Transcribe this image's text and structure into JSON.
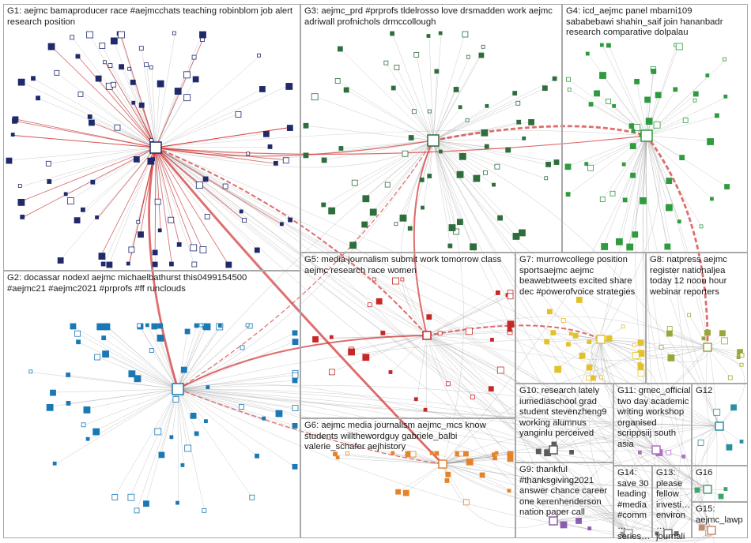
{
  "groups": {
    "g1": "G1: aejmc bamaproducer race #aejmcchats teaching robinblom job alert research position",
    "g2": "G2: docassar nodexl aejmc michaelbathurst this0499154500 #aejmc21 #aejmc2021 #prprofs #ff runclouds",
    "g3": "G3: aejmc_prd #prprofs tldelrosso love drsmadden work aejmc adriwall profnichols drmccollough",
    "g4": "G4: icd_aejmc panel mbarni109 sababebawi shahin_saif join hananbadr research comparative dolpalau",
    "g5": "G5: media journalism submit work tomorrow class aejmc research race women",
    "g6": "G6: aejmc media journalism aejmc_mcs know students willthewordguy gabriele_balbi valerie_schafer aejhistory",
    "g7": "G7: murrowcollege position sportsaejmc aejmc beawebtweets excited share dec #powerofvoice strategies",
    "g8": "G8: natpress aejmc register nationaljea today 12 noon hour webinar reporters",
    "g9": "G9: thankful #thanksgiving2021 answer chance career one kerenhenderson nation paper call",
    "g10": "G10: research lately iumediaschool grad student stevenzheng9 working alumnus yanginlu perceived",
    "g11": "G11: gmec_official two day academic writing workshop organised scrippsiij south asia",
    "g12": "G12",
    "g13": "G13: please fellow investi… environ… journali…",
    "g14": "G14: save 30 leading #media #comm… series…",
    "g15": "G15: aejmc_lawp",
    "g16": "G16"
  },
  "colors": {
    "g1": "#1f2a6b",
    "g2": "#1a78b5",
    "g3": "#2e6e3c",
    "g4": "#2f9b3f",
    "g5": "#c62828",
    "g6": "#e3842a",
    "g7": "#e3c12a",
    "g8": "#9aa63a",
    "g9": "#8a5fb0",
    "g10": "#5a5a5a",
    "g11": "#b06fc4",
    "g12": "#2a8fa0",
    "g13": "#6b6b6b",
    "g14": "#9b9b9b",
    "g15": "#c48a6f",
    "g16": "#3fa46a",
    "edge": "#8c8c8c",
    "hub_edge": "#d32f2f"
  }
}
